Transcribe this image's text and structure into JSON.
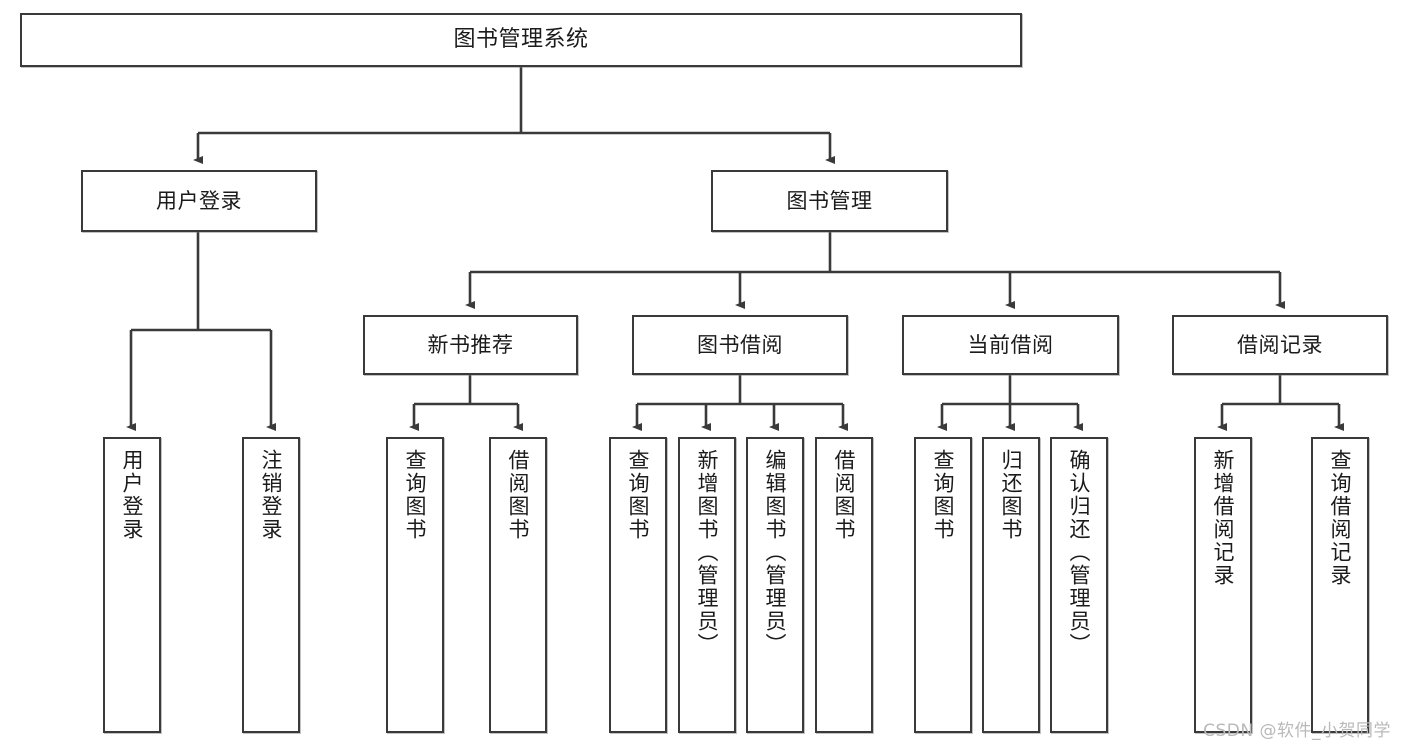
{
  "diagram": {
    "type": "tree-hierarchy",
    "title": "图书管理系统",
    "watermark": "CSDN @软件_小贺同学",
    "colors": {
      "box_border": "#3a3a3a",
      "box_fill": "#ffffff",
      "edge": "#3a3a3a",
      "text": "#1b1b1b",
      "watermark": "#b9b9b9"
    },
    "nodes": {
      "root": {
        "label": "图书管理系统",
        "level": 1
      },
      "user_login": {
        "label": "用户登录",
        "level": 2
      },
      "book_manage": {
        "label": "图书管理",
        "level": 2
      },
      "new_book_rec": {
        "label": "新书推荐",
        "level": 3
      },
      "book_borrow": {
        "label": "图书借阅",
        "level": 3
      },
      "current_borrow": {
        "label": "当前借阅",
        "level": 3
      },
      "borrow_record": {
        "label": "借阅记录",
        "level": 3
      },
      "leaf_user_login": {
        "label": "用户登录",
        "level": 4
      },
      "leaf_logout": {
        "label": "注销登录",
        "level": 4
      },
      "leaf_query_book_1": {
        "label": "查询图书",
        "level": 4
      },
      "leaf_borrow_book_1": {
        "label": "借阅图书",
        "level": 4
      },
      "leaf_query_book_2": {
        "label": "查询图书",
        "level": 4
      },
      "leaf_add_book": {
        "label": "新增图书（管理员）",
        "level": 4
      },
      "leaf_edit_book": {
        "label": "编辑图书（管理员）",
        "level": 4
      },
      "leaf_borrow_book_2": {
        "label": "借阅图书",
        "level": 4
      },
      "leaf_query_book_3": {
        "label": "查询图书",
        "level": 4
      },
      "leaf_return_book": {
        "label": "归还图书",
        "level": 4
      },
      "leaf_confirm_return": {
        "label": "确认归还（管理员）",
        "level": 4
      },
      "leaf_add_record": {
        "label": "新增借阅记录",
        "level": 4
      },
      "leaf_query_record": {
        "label": "查询借阅记录",
        "level": 4
      }
    },
    "edges": [
      {
        "from": "root",
        "to": "user_login"
      },
      {
        "from": "root",
        "to": "book_manage"
      },
      {
        "from": "user_login",
        "to": "leaf_user_login"
      },
      {
        "from": "user_login",
        "to": "leaf_logout"
      },
      {
        "from": "book_manage",
        "to": "new_book_rec"
      },
      {
        "from": "book_manage",
        "to": "book_borrow"
      },
      {
        "from": "book_manage",
        "to": "current_borrow"
      },
      {
        "from": "book_manage",
        "to": "borrow_record"
      },
      {
        "from": "new_book_rec",
        "to": "leaf_query_book_1"
      },
      {
        "from": "new_book_rec",
        "to": "leaf_borrow_book_1"
      },
      {
        "from": "book_borrow",
        "to": "leaf_query_book_2"
      },
      {
        "from": "book_borrow",
        "to": "leaf_add_book"
      },
      {
        "from": "book_borrow",
        "to": "leaf_edit_book"
      },
      {
        "from": "book_borrow",
        "to": "leaf_borrow_book_2"
      },
      {
        "from": "current_borrow",
        "to": "leaf_query_book_3"
      },
      {
        "from": "current_borrow",
        "to": "leaf_return_book"
      },
      {
        "from": "current_borrow",
        "to": "leaf_confirm_return"
      },
      {
        "from": "borrow_record",
        "to": "leaf_add_record"
      },
      {
        "from": "borrow_record",
        "to": "leaf_query_record"
      }
    ]
  }
}
